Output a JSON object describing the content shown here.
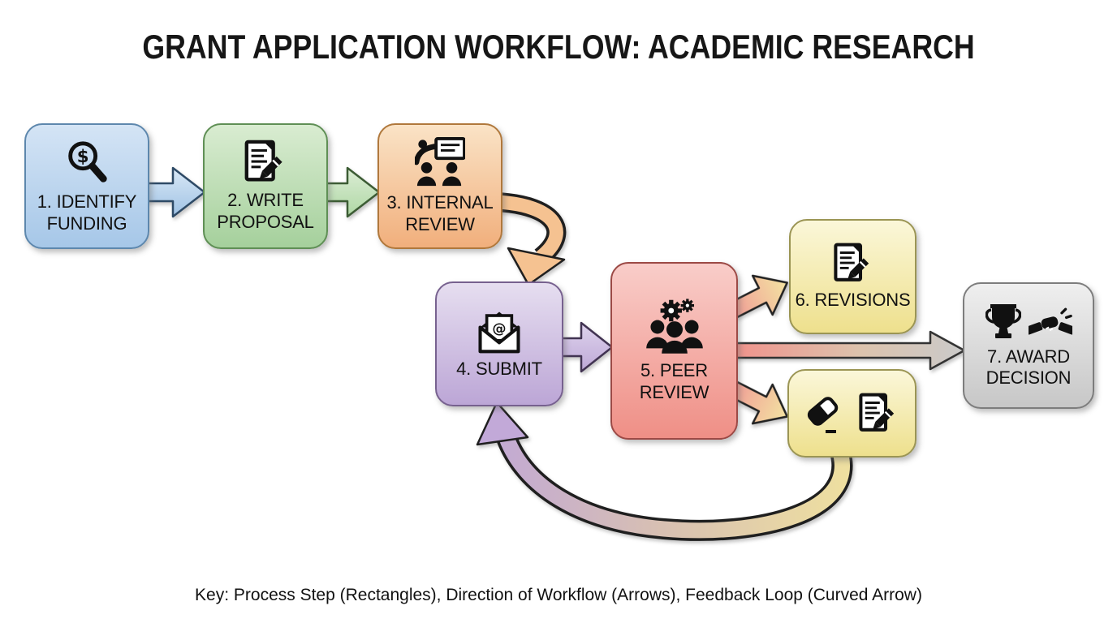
{
  "title": "GRANT APPLICATION WORKFLOW: ACADEMIC RESEARCH",
  "legend": "Key: Process Step (Rectangles), Direction of Workflow (Arrows), Feedback Loop (Curved Arrow)",
  "icon_glyphs": {
    "dollar": "$",
    "at": "@"
  },
  "nodes": {
    "identify": {
      "label": "1. IDENTIFY FUNDING",
      "icon": "magnifier-dollar-icon",
      "fill": "#a6c7e8",
      "border": "#5d87ad"
    },
    "write": {
      "label": "2. WRITE PROPOSAL",
      "icon": "document-pencil-icon",
      "fill": "#a5d09c",
      "border": "#5f8f55"
    },
    "internal": {
      "label": "3. INTERNAL REVIEW",
      "icon": "presentation-icon",
      "fill": "#f1af7c",
      "border": "#b0783c"
    },
    "submit": {
      "label": "4. SUBMIT",
      "icon": "envelope-at-icon",
      "fill": "#bca6d6",
      "border": "#77618f"
    },
    "peer": {
      "label": "5. PEER REVIEW",
      "icon": "people-gears-icon",
      "fill": "#ef8f86",
      "border": "#9c4a46"
    },
    "revisions": {
      "label": "6. REVISIONS",
      "icon": "document-pencil-icon",
      "fill": "#eee08d",
      "border": "#9b9554"
    },
    "rework": {
      "label": "",
      "icons": [
        "eraser-icon",
        "document-pencil-icon"
      ],
      "fill": "#eee08d",
      "border": "#9b9554"
    },
    "award": {
      "label": "7. AWARD DECISION",
      "icons": [
        "trophy-icon",
        "handshake-icon"
      ],
      "fill": "#c7c7c7",
      "border": "#7d7d7d"
    }
  },
  "edges": [
    {
      "from": "1. IDENTIFY FUNDING",
      "to": "2. WRITE PROPOSAL",
      "style": "block-arrow",
      "color": "#b9d4ee"
    },
    {
      "from": "2. WRITE PROPOSAL",
      "to": "3. INTERNAL REVIEW",
      "style": "block-arrow",
      "color": "#c0ddb8"
    },
    {
      "from": "3. INTERNAL REVIEW",
      "to": "4. SUBMIT",
      "style": "curved-arrow",
      "color": "#f5c291"
    },
    {
      "from": "4. SUBMIT",
      "to": "5. PEER REVIEW",
      "style": "block-arrow",
      "color": "#cbbade"
    },
    {
      "from": "5. PEER REVIEW",
      "to": "6. REVISIONS",
      "style": "block-arrow",
      "color": "#f0a099"
    },
    {
      "from": "5. PEER REVIEW",
      "to": "7. AWARD DECISION",
      "style": "block-arrow",
      "color": "#d9c3ad"
    },
    {
      "from": "5. PEER REVIEW",
      "to": "rework",
      "style": "block-arrow",
      "color": "#f0a099"
    },
    {
      "from": "rework",
      "to": "4. SUBMIT",
      "style": "feedback-curved-arrow",
      "color": "#d8c0b2"
    }
  ]
}
